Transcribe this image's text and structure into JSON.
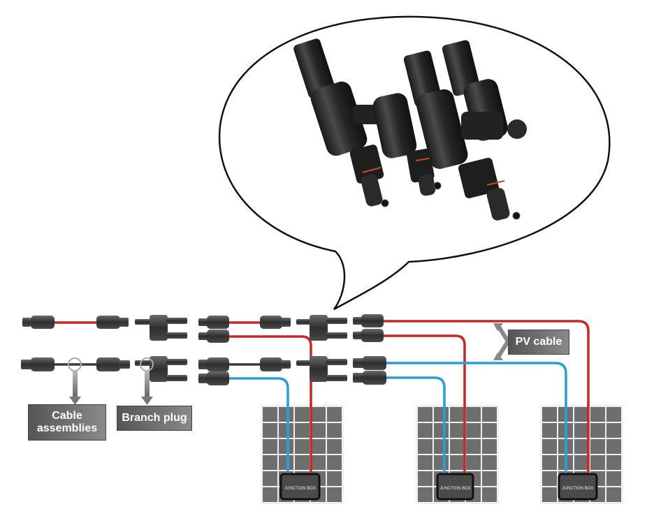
{
  "diagram": {
    "title": "PV branch connector wiring diagram",
    "labels": {
      "cable_assemblies": "Cable\nassemblies",
      "branch_plug": "Branch plug",
      "pv_cable": "PV cable"
    },
    "junction_box_text": "JUNCTION BOX",
    "panels": [
      {
        "name": "solar-panel-1"
      },
      {
        "name": "solar-panel-2"
      },
      {
        "name": "solar-panel-3"
      }
    ],
    "colors": {
      "positive_cable": "#c62828",
      "negative_cable": "#2a9fd0",
      "connector": "#3a3a3a",
      "panel_cell": "#6e6e6e",
      "panel_grid": "#f0f0f0",
      "label_box": "#666666",
      "bubble_stroke": "#111111"
    }
  }
}
